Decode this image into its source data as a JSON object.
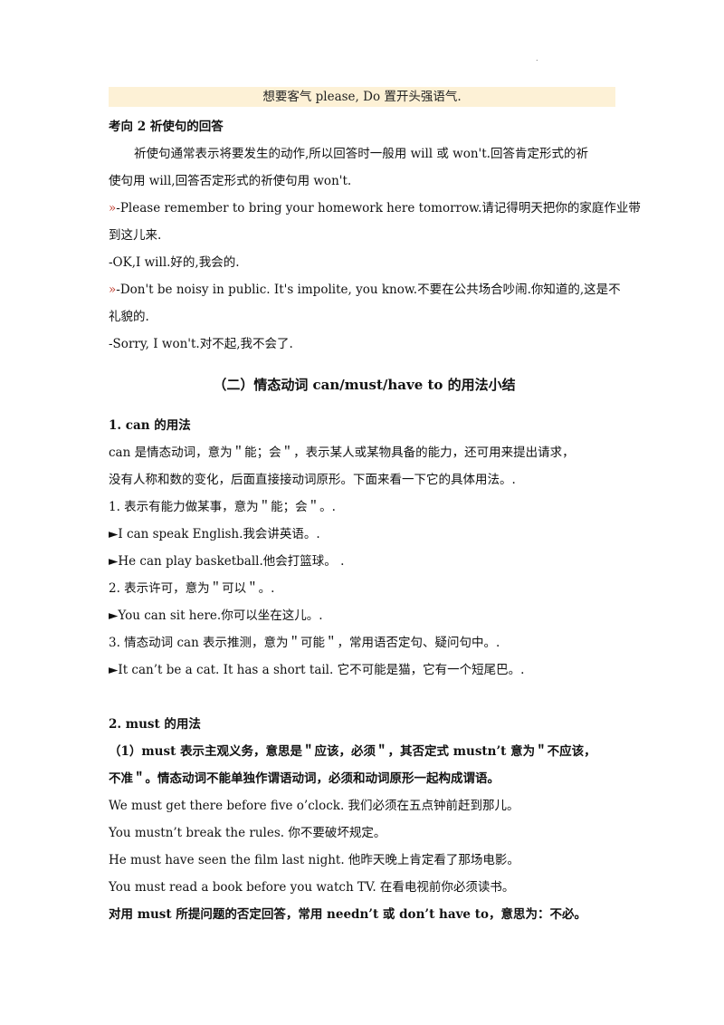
{
  "corner_mark": ".",
  "banner": "想要客气 please, Do 置开头强语气.",
  "lines": [
    {
      "text": "考向 2 祈使句的回答",
      "style": "b"
    },
    {
      "text": "祈使句通常表示将要发生的动作,所以回答时一般用 will 或 won't.回答肯定形式的祈",
      "style": "indent"
    },
    {
      "text": "使句用 will,回答否定形式的祈使句用 won't.",
      "style": ""
    },
    {
      "arrow": "»",
      "text": "-Please remember to bring your homework here tomorrow.请记得明天把你的家庭作业带",
      "style": ""
    },
    {
      "text": "到这儿来.",
      "style": ""
    },
    {
      "text": "-OK,I will.好的,我会的.",
      "style": ""
    },
    {
      "arrow": "»",
      "text": "-Don't be noisy in public. It's impolite, you know.不要在公共场合吵闹.你知道的,这是不",
      "style": ""
    },
    {
      "text": "礼貌的.",
      "style": ""
    },
    {
      "text": "-Sorry, I won't.对不起,我不会了.",
      "style": ""
    }
  ],
  "section_title": "（二）情态动词 can/must/have  to  的用法小结",
  "can_lines": [
    {
      "text": "1.  can 的用法",
      "style": "b"
    },
    {
      "text": "can 是情态动词，意为＂能；会＂，表示某人或某物具备的能力，还可用来提出请求，",
      "style": ""
    },
    {
      "text": "没有人称和数的变化，后面直接接动词原形。下面来看一下它的具体用法。.",
      "style": ""
    },
    {
      "text": "1.  表示有能力做某事，意为＂能；会＂。.",
      "style": ""
    },
    {
      "text": "►I can speak English.我会讲英语。.",
      "style": ""
    },
    {
      "text": "►He can play basketball.他会打篮球。      .",
      "style": ""
    },
    {
      "text": "2.  表示许可，意为＂可以＂。.",
      "style": ""
    },
    {
      "text": "►You can sit here.你可以坐在这儿。.",
      "style": ""
    },
    {
      "text": "3.  情态动词 can 表示推测，意为＂可能＂，常用语否定句、疑问句中。.",
      "style": ""
    },
    {
      "text": "►It  can’t  be a cat. It has a short tail.  它不可能是猫，它有一个短尾巴。.",
      "style": ""
    }
  ],
  "must_lines": [
    {
      "text": "2. must 的用法",
      "style": "b"
    },
    {
      "text": "（1）must 表示主观义务，意思是＂应该，必须＂，其否定式 mustn’t 意为＂不应该，",
      "style": "b"
    },
    {
      "text": "不准＂。情态动词不能单独作谓语动词，必须和动词原形一起构成谓语。",
      "style": "b"
    },
    {
      "text": "We must get there before five o’clock.  我们必须在五点钟前赶到那儿。",
      "style": ""
    },
    {
      "text": "You mustn’t break the rules.  你不要破坏规定。",
      "style": ""
    },
    {
      "text": "He must have seen the film last night.  他昨天晚上肯定看了那场电影。",
      "style": ""
    },
    {
      "text": "You must read a book before you watch TV.  在看电视前你必须读书。",
      "style": ""
    },
    {
      "text": "对用 must 所提问题的否定回答，常用 needn’t 或 don’t have to，意思为：不必。",
      "style": "b"
    }
  ]
}
